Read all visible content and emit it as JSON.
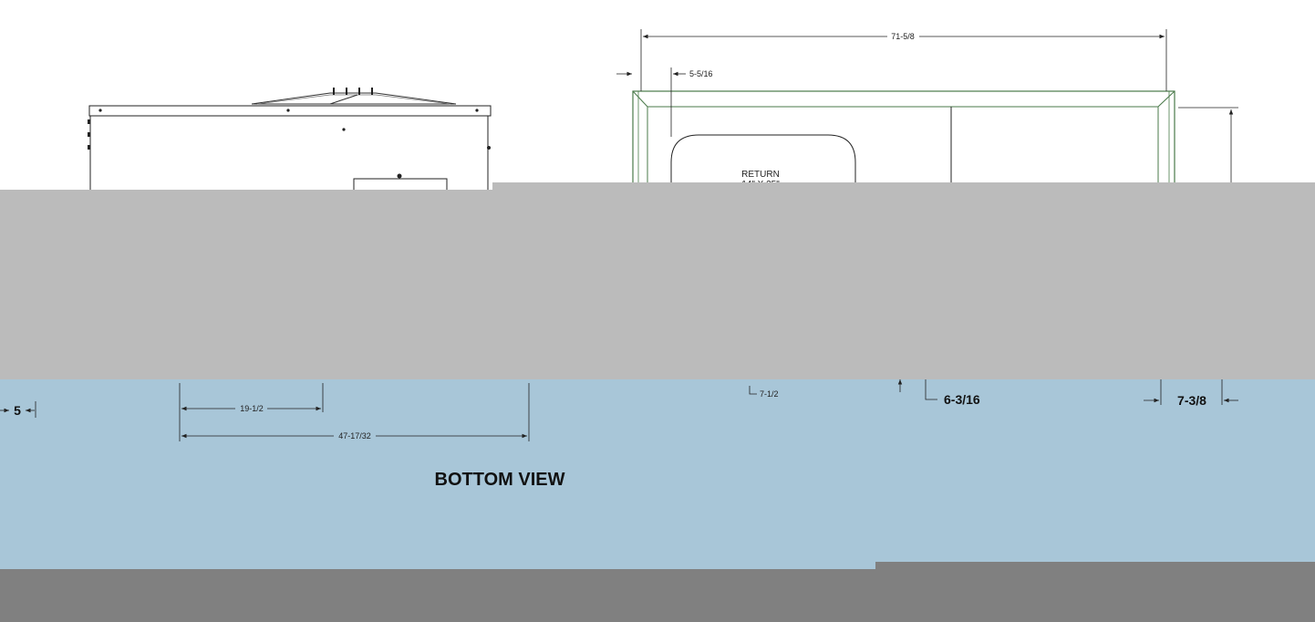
{
  "dimensions": {
    "overall_width": "71-5/8",
    "left_offset": "5-5/16",
    "bottom_left": "5",
    "spacing_a": "19-1/2",
    "spacing_b": "47-17/32",
    "offset_small": "7-1/2",
    "offset_b": "6-3/16",
    "offset_c": "7-3/8"
  },
  "return_label": "RETURN",
  "return_size": "14\" X 25\"",
  "view_title": "BOTTOM VIEW",
  "colors": {
    "gray_overlay": "#bbbbbb",
    "blue_overlay": "#a8c6d8",
    "dark_overlay": "#808080",
    "outline_green": "#4a7a4a"
  }
}
